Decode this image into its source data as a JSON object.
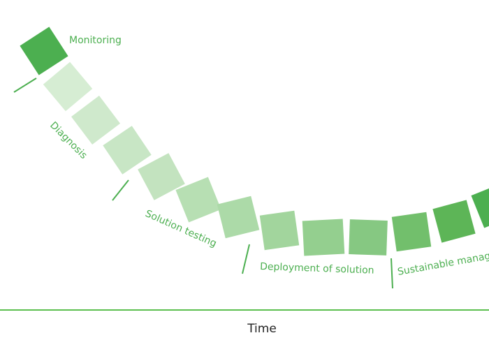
{
  "phases": {
    "monitoring": "Monitoring",
    "diagnosis": "Diagnosis",
    "solution_testing": "Solution testing",
    "deployment": "Deployment of solution",
    "sustainable": "Sustainable management"
  },
  "axis": {
    "label": "Time"
  },
  "colors": {
    "accent": "#4caf50",
    "axis_line": "#5cbf4f",
    "segment_light": "#d4ecd2",
    "segment_dark": "#4caf50"
  }
}
